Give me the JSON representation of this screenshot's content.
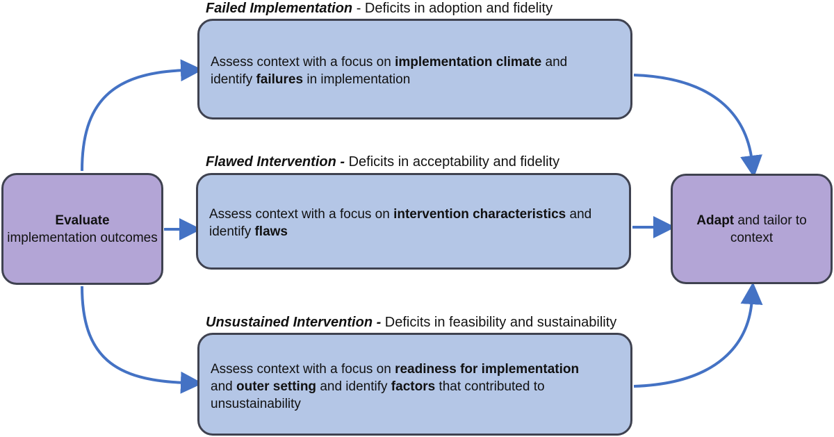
{
  "colors": {
    "outcome_box_fill": "#b3a5d6",
    "assessment_box_fill": "#b4c6e6",
    "box_border": "#3f4250",
    "arrow": "#4472c4"
  },
  "evaluate": {
    "bold": "Evaluate",
    "rest": "implementation outcomes"
  },
  "adapt": {
    "bold": "Adapt",
    "rest": " and tailor to context"
  },
  "failed": {
    "heading_bold": "Failed Implementation",
    "heading_rest": " - Deficits in adoption and fidelity",
    "t1": "Assess context with a focus on ",
    "b1": "implementation climate",
    "t2": " and identify ",
    "b2": "failures",
    "t3": " in implementation"
  },
  "flawed": {
    "heading_bold": "Flawed Intervention -",
    "heading_rest": " Deficits in acceptability and fidelity",
    "t1": "Assess context with a focus on ",
    "b1": "intervention characteristics",
    "t2": " and identify ",
    "b2": "flaws"
  },
  "unsustained": {
    "heading_bold": "Unsustained Intervention -",
    "heading_rest": " Deficits in feasibility and sustainability",
    "t1": "Assess context with a focus on ",
    "b1": "readiness for implementation",
    "t2": " and ",
    "b2": "outer setting",
    "t3": " and identify ",
    "b3": "factors",
    "t4": " that contributed to unsustainability"
  }
}
